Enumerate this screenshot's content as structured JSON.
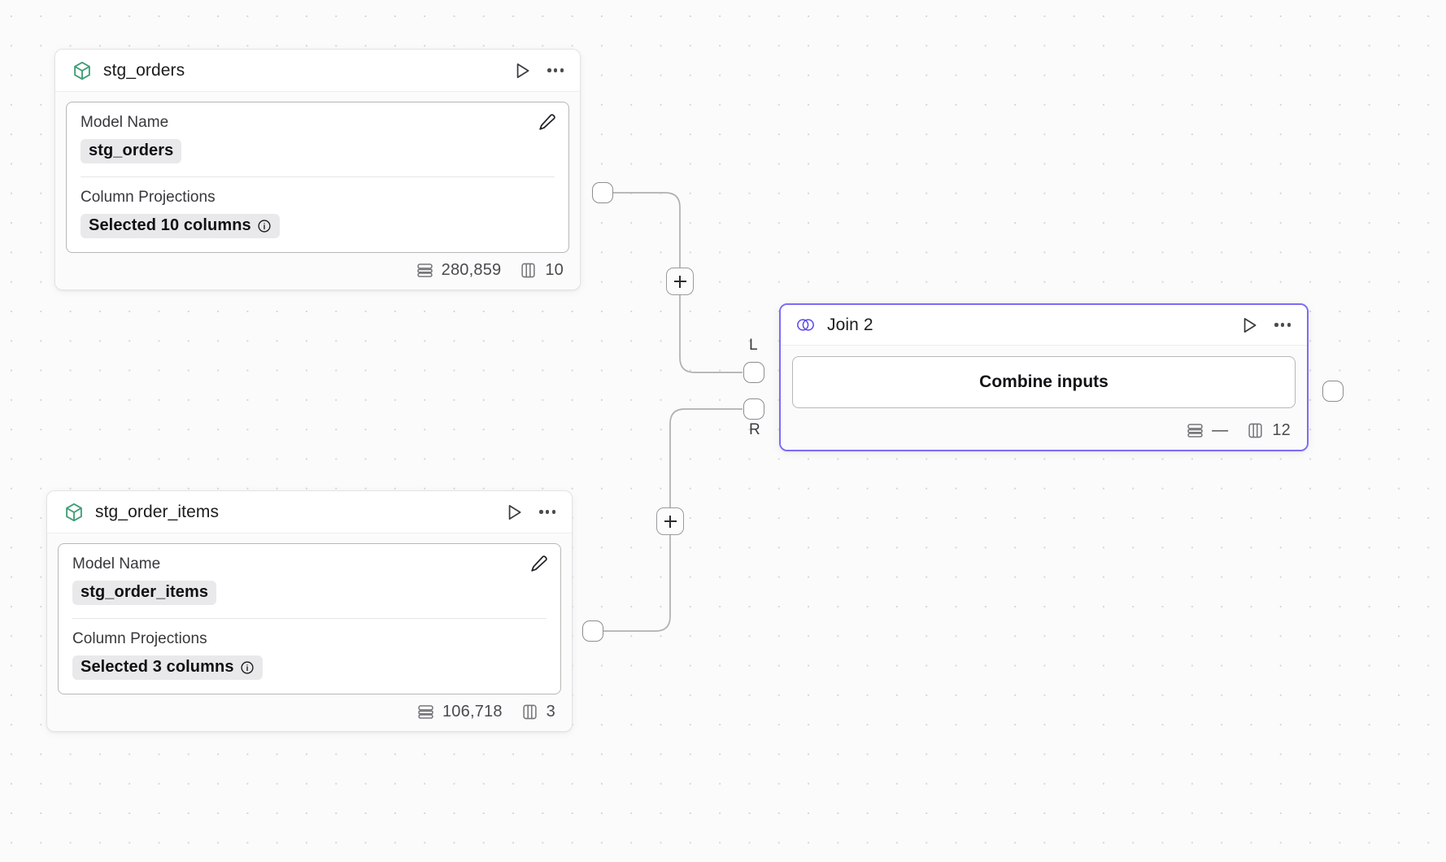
{
  "canvas": {
    "background_color": "#fbfbfb",
    "grid_dot_color": "#d7d7d9",
    "accent_color": "#7c6cf5",
    "model_icon_color": "#3f9e76"
  },
  "nodes": [
    {
      "id": "stg_orders",
      "type": "model",
      "icon": "cube-icon",
      "title": "stg_orders",
      "actions": {
        "run_label": "run-icon",
        "menu_label": "more-options-icon"
      },
      "fields": [
        {
          "label": "Model Name",
          "value": "stg_orders",
          "has_info": false
        },
        {
          "label": "Column Projections",
          "value": "Selected 10 columns",
          "has_info": true
        }
      ],
      "edit_icon": "pencil-icon",
      "stats": {
        "rows_icon": "rows-icon",
        "rows": "280,859",
        "cols_icon": "columns-icon",
        "cols": "10"
      }
    },
    {
      "id": "stg_order_items",
      "type": "model",
      "icon": "cube-icon",
      "title": "stg_order_items",
      "actions": {
        "run_label": "run-icon",
        "menu_label": "more-options-icon"
      },
      "fields": [
        {
          "label": "Model Name",
          "value": "stg_order_items",
          "has_info": false
        },
        {
          "label": "Column Projections",
          "value": "Selected 3 columns",
          "has_info": true
        }
      ],
      "edit_icon": "pencil-icon",
      "stats": {
        "rows_icon": "rows-icon",
        "rows": "106,718",
        "cols_icon": "columns-icon",
        "cols": "3"
      }
    },
    {
      "id": "join_2",
      "type": "join",
      "icon": "venn-join-icon",
      "title": "Join 2",
      "actions": {
        "run_label": "run-icon",
        "menu_label": "more-options-icon"
      },
      "primary_button": "Combine inputs",
      "input_ports": [
        {
          "id": "left",
          "label": "L"
        },
        {
          "id": "right",
          "label": "R"
        }
      ],
      "stats": {
        "rows_icon": "rows-icon",
        "rows": "—",
        "cols_icon": "columns-icon",
        "cols": "12"
      }
    }
  ],
  "edges": [
    {
      "from": "stg_orders",
      "to": "join_2.L",
      "add_button": "+"
    },
    {
      "from": "stg_order_items",
      "to": "join_2.R",
      "add_button": "+"
    }
  ],
  "add_buttons": {
    "label": "+"
  }
}
